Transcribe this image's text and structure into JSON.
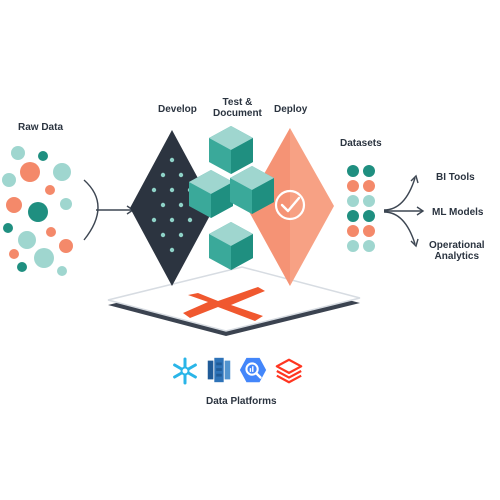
{
  "labels": {
    "raw_data": "Raw Data",
    "develop": "Develop",
    "test_line1": "Test &",
    "test_line2": "Document",
    "deploy": "Deploy",
    "datasets": "Datasets",
    "bi_tools": "BI Tools",
    "ml_models": "ML Models",
    "operational_line1": "Operational",
    "operational_line2": "Analytics",
    "data_platforms": "Data Platforms"
  },
  "colors": {
    "teal": "#3aa99a",
    "teal_dark": "#1f8f80",
    "teal_light": "#9fd6cf",
    "orange": "#f4896a",
    "orange_light": "#f8b49e",
    "navy": "#2c3440",
    "platform": "#ffffff",
    "brand_x": "#f0582f",
    "text": "#2b3440"
  },
  "icons": {
    "platform_logos": [
      "snowflake-icon",
      "redshift-icon",
      "bigquery-icon",
      "databricks-icon"
    ],
    "deploy_badge": "checkmark-icon",
    "center_mark": "dbt-x-logo"
  }
}
